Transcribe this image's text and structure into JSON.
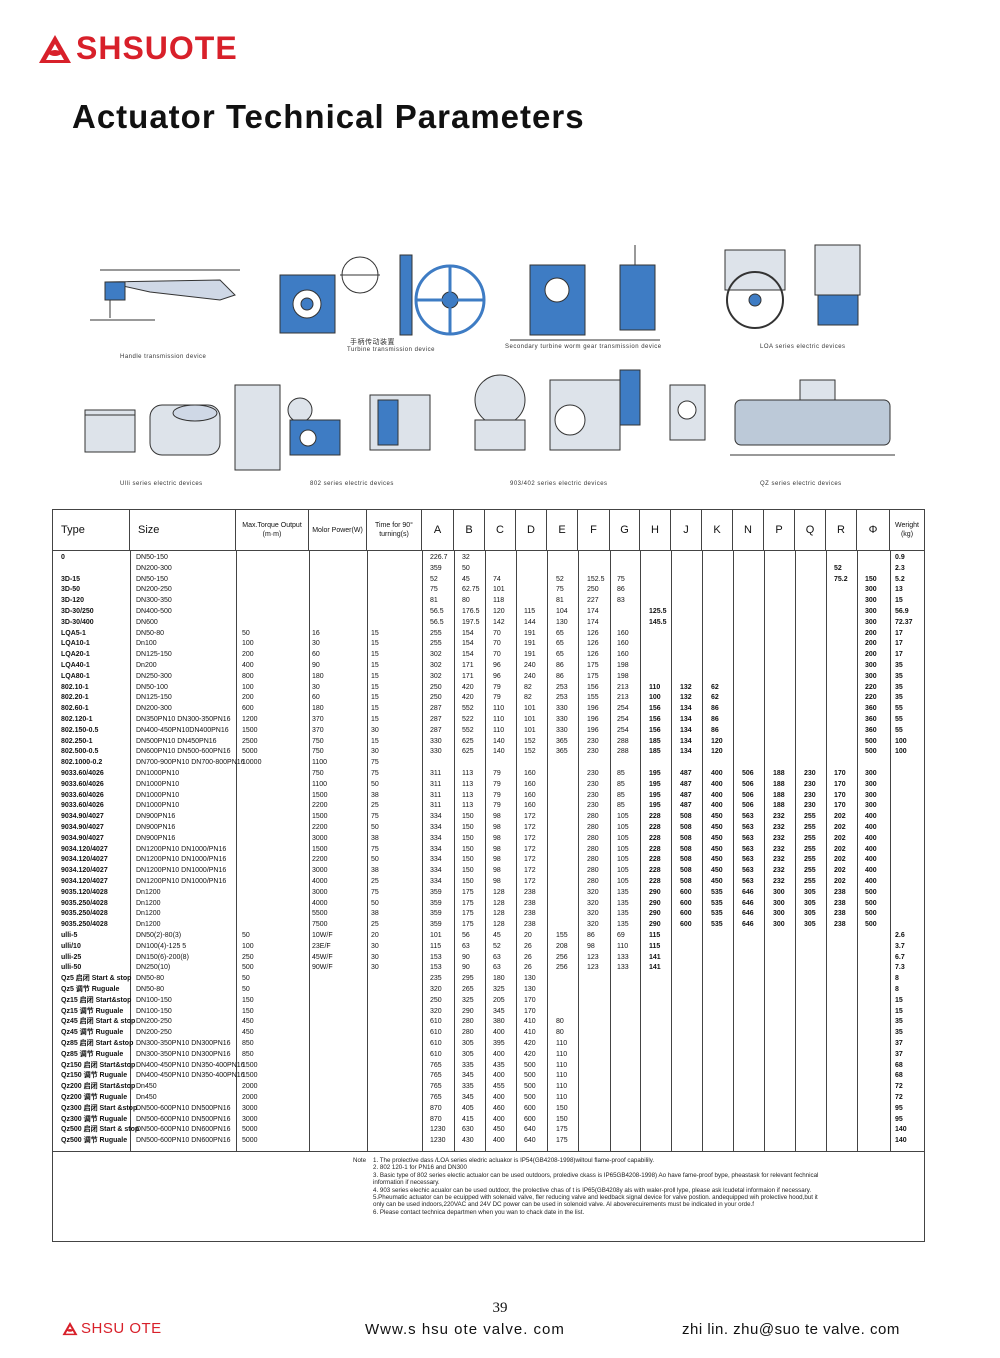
{
  "brand": {
    "name": "SHSUOTE",
    "color": "#d8202a"
  },
  "title": "Actuator Technical Parameters",
  "figures": {
    "captions": [
      "Handle transmission device",
      "手柄传动装置",
      "Turbine transmission device",
      "Secondary turbine worm gear transmission device",
      "LOA series electric devices",
      "Ulli series electric devices",
      "802 series electric devices",
      "903/402 series electric devices",
      "QZ series electric devices"
    ]
  },
  "table": {
    "headers": [
      "Type",
      "Size",
      "Max.Torque Output (m·m)",
      "Molor Power(W)",
      "Time for 90° turning(s)",
      "A",
      "B",
      "C",
      "D",
      "E",
      "F",
      "G",
      "H",
      "J",
      "K",
      "N",
      "P",
      "Q",
      "R",
      "Φ",
      "Weright (kg)"
    ],
    "rows": [
      [
        "0",
        "DN50-150",
        "",
        "",
        "",
        "226.7",
        "32",
        "",
        "",
        "",
        "",
        "",
        "",
        "",
        "",
        "",
        "",
        "",
        "",
        "",
        "0.9"
      ],
      [
        "",
        "DN200-300",
        "",
        "",
        "",
        "359",
        "50",
        "",
        "",
        "",
        "",
        "",
        "",
        "",
        "",
        "",
        "",
        "",
        "52",
        "",
        "2.3"
      ],
      [
        "3D-15",
        "DN50-150",
        "",
        "",
        "",
        "52",
        "45",
        "74",
        "",
        "52",
        "152.5",
        "75",
        "",
        "",
        "",
        "",
        "",
        "",
        "75.2",
        "150",
        "5.2"
      ],
      [
        "3D-50",
        "DN200-250",
        "",
        "",
        "",
        "75",
        "62.75",
        "101",
        "",
        "75",
        "250",
        "86",
        "",
        "",
        "",
        "",
        "",
        "",
        "",
        "300",
        "13"
      ],
      [
        "3D-120",
        "DN300-350",
        "",
        "",
        "",
        "81",
        "80",
        "118",
        "",
        "81",
        "227",
        "83",
        "",
        "",
        "",
        "",
        "",
        "",
        "",
        "300",
        "15"
      ],
      [
        "3D-30/250",
        "DN400-500",
        "",
        "",
        "",
        "56.5",
        "176.5",
        "120",
        "115",
        "104",
        "174",
        "",
        "125.5",
        "",
        "",
        "",
        "",
        "",
        "",
        "300",
        "56.9"
      ],
      [
        "3D-30/400",
        "DN600",
        "",
        "",
        "",
        "56.5",
        "197.5",
        "142",
        "144",
        "130",
        "174",
        "",
        "145.5",
        "",
        "",
        "",
        "",
        "",
        "",
        "300",
        "72.37"
      ],
      [
        "LQA5-1",
        "DN50-80",
        "50",
        "16",
        "15",
        "255",
        "154",
        "70",
        "191",
        "65",
        "126",
        "160",
        "",
        "",
        "",
        "",
        "",
        "",
        "",
        "200",
        "17"
      ],
      [
        "LQA10-1",
        "Dn100",
        "100",
        "30",
        "15",
        "255",
        "154",
        "70",
        "191",
        "65",
        "126",
        "160",
        "",
        "",
        "",
        "",
        "",
        "",
        "",
        "200",
        "17"
      ],
      [
        "LQA20-1",
        "DN125-150",
        "200",
        "60",
        "15",
        "302",
        "154",
        "70",
        "191",
        "65",
        "126",
        "160",
        "",
        "",
        "",
        "",
        "",
        "",
        "",
        "200",
        "17"
      ],
      [
        "LQA40-1",
        "Dn200",
        "400",
        "90",
        "15",
        "302",
        "171",
        "96",
        "240",
        "86",
        "175",
        "198",
        "",
        "",
        "",
        "",
        "",
        "",
        "",
        "300",
        "35"
      ],
      [
        "LQA80-1",
        "DN250-300",
        "800",
        "180",
        "15",
        "302",
        "171",
        "96",
        "240",
        "86",
        "175",
        "198",
        "",
        "",
        "",
        "",
        "",
        "",
        "",
        "300",
        "35"
      ],
      [
        "802.10-1",
        "DN50-100",
        "100",
        "30",
        "15",
        "250",
        "420",
        "79",
        "82",
        "253",
        "156",
        "213",
        "110",
        "132",
        "62",
        "",
        "",
        "",
        "",
        "220",
        "35"
      ],
      [
        "802.20-1",
        "DN125-150",
        "200",
        "60",
        "15",
        "250",
        "420",
        "79",
        "82",
        "253",
        "155",
        "213",
        "100",
        "132",
        "62",
        "",
        "",
        "",
        "",
        "220",
        "35"
      ],
      [
        "802.60-1",
        "DN200-300",
        "600",
        "180",
        "15",
        "287",
        "552",
        "110",
        "101",
        "330",
        "196",
        "254",
        "156",
        "134",
        "86",
        "",
        "",
        "",
        "",
        "360",
        "55"
      ],
      [
        "802.120-1",
        "DN350PN10  DN300-350PN16",
        "1200",
        "370",
        "15",
        "287",
        "522",
        "110",
        "101",
        "330",
        "196",
        "254",
        "156",
        "134",
        "86",
        "",
        "",
        "",
        "",
        "360",
        "55"
      ],
      [
        "802.150-0.5",
        "DN400-450PN10DN400PN16",
        "1500",
        "370",
        "30",
        "287",
        "552",
        "110",
        "101",
        "330",
        "196",
        "254",
        "156",
        "134",
        "86",
        "",
        "",
        "",
        "",
        "360",
        "55"
      ],
      [
        "802.250-1",
        "DN500PN10  DN450PN16",
        "2500",
        "750",
        "15",
        "330",
        "625",
        "140",
        "152",
        "365",
        "230",
        "288",
        "185",
        "134",
        "120",
        "",
        "",
        "",
        "",
        "500",
        "100"
      ],
      [
        "802.500-0.5",
        "DN600PN10  DN500-600PN16",
        "5000",
        "750",
        "30",
        "330",
        "625",
        "140",
        "152",
        "365",
        "230",
        "288",
        "185",
        "134",
        "120",
        "",
        "",
        "",
        "",
        "500",
        "100"
      ],
      [
        "802.1000-0.2",
        "DN700-900PN10 DN700-800PN16",
        "10000",
        "1100",
        "75",
        "",
        "",
        "",
        "",
        "",
        "",
        "",
        "",
        "",
        "",
        "",
        "",
        "",
        "",
        "",
        ""
      ],
      [
        "9033.60/4026",
        "DN1000PN10",
        "",
        "750",
        "75",
        "311",
        "113",
        "79",
        "160",
        "",
        "230",
        "85",
        "195",
        "487",
        "400",
        "506",
        "188",
        "230",
        "170",
        "300",
        ""
      ],
      [
        "9033.60/4026",
        "DN1000PN10",
        "",
        "1100",
        "50",
        "311",
        "113",
        "79",
        "160",
        "",
        "230",
        "85",
        "195",
        "487",
        "400",
        "506",
        "188",
        "230",
        "170",
        "300",
        ""
      ],
      [
        "9033.60/4026",
        "DN1000PN10",
        "",
        "1500",
        "38",
        "311",
        "113",
        "79",
        "160",
        "",
        "230",
        "85",
        "195",
        "487",
        "400",
        "506",
        "188",
        "230",
        "170",
        "300",
        ""
      ],
      [
        "9033.60/4026",
        "DN1000PN10",
        "",
        "2200",
        "25",
        "311",
        "113",
        "79",
        "160",
        "",
        "230",
        "85",
        "195",
        "487",
        "400",
        "506",
        "188",
        "230",
        "170",
        "300",
        ""
      ],
      [
        "9034.90/4027",
        "DN900PN16",
        "",
        "1500",
        "75",
        "334",
        "150",
        "98",
        "172",
        "",
        "280",
        "105",
        "228",
        "508",
        "450",
        "563",
        "232",
        "255",
        "202",
        "400",
        ""
      ],
      [
        "9034.90/4027",
        "DN900PN16",
        "",
        "2200",
        "50",
        "334",
        "150",
        "98",
        "172",
        "",
        "280",
        "105",
        "228",
        "508",
        "450",
        "563",
        "232",
        "255",
        "202",
        "400",
        ""
      ],
      [
        "9034.90/4027",
        "DN900PN16",
        "",
        "3000",
        "38",
        "334",
        "150",
        "98",
        "172",
        "",
        "280",
        "105",
        "228",
        "508",
        "450",
        "563",
        "232",
        "255",
        "202",
        "400",
        ""
      ],
      [
        "9034.120/4027",
        "DN1200PN10  DN1000/PN16",
        "",
        "1500",
        "75",
        "334",
        "150",
        "98",
        "172",
        "",
        "280",
        "105",
        "228",
        "508",
        "450",
        "563",
        "232",
        "255",
        "202",
        "400",
        ""
      ],
      [
        "9034.120/4027",
        "DN1200PN10  DN1000/PN16",
        "",
        "2200",
        "50",
        "334",
        "150",
        "98",
        "172",
        "",
        "280",
        "105",
        "228",
        "508",
        "450",
        "563",
        "232",
        "255",
        "202",
        "400",
        ""
      ],
      [
        "9034.120/4027",
        "DN1200PN10  DN1000/PN16",
        "",
        "3000",
        "38",
        "334",
        "150",
        "98",
        "172",
        "",
        "280",
        "105",
        "228",
        "508",
        "450",
        "563",
        "232",
        "255",
        "202",
        "400",
        ""
      ],
      [
        "9034.120/4027",
        "DN1200PN10  DN1000/PN16",
        "",
        "4000",
        "25",
        "334",
        "150",
        "98",
        "172",
        "",
        "280",
        "105",
        "228",
        "508",
        "450",
        "563",
        "232",
        "255",
        "202",
        "400",
        ""
      ],
      [
        "9035.120/4028",
        "Dn1200",
        "",
        "3000",
        "75",
        "359",
        "175",
        "128",
        "238",
        "",
        "320",
        "135",
        "290",
        "600",
        "535",
        "646",
        "300",
        "305",
        "238",
        "500",
        ""
      ],
      [
        "9035.250/4028",
        "Dn1200",
        "",
        "4000",
        "50",
        "359",
        "175",
        "128",
        "238",
        "",
        "320",
        "135",
        "290",
        "600",
        "535",
        "646",
        "300",
        "305",
        "238",
        "500",
        ""
      ],
      [
        "9035.250/4028",
        "Dn1200",
        "",
        "5500",
        "38",
        "359",
        "175",
        "128",
        "238",
        "",
        "320",
        "135",
        "290",
        "600",
        "535",
        "646",
        "300",
        "305",
        "238",
        "500",
        ""
      ],
      [
        "9035.250/4028",
        "Dn1200",
        "",
        "7500",
        "25",
        "359",
        "175",
        "128",
        "238",
        "",
        "320",
        "135",
        "290",
        "600",
        "535",
        "646",
        "300",
        "305",
        "238",
        "500",
        ""
      ],
      [
        "ulli-5",
        "DN50(2)-80(3)",
        "50",
        "10W/F",
        "20",
        "101",
        "56",
        "45",
        "20",
        "155",
        "86",
        "69",
        "115",
        "",
        "",
        "",
        "",
        "",
        "",
        "",
        "2.6"
      ],
      [
        "ulli/10",
        "DN100(4)-125  5",
        "100",
        "23E/F",
        "30",
        "115",
        "63",
        "52",
        "26",
        "208",
        "98",
        "110",
        "115",
        "",
        "",
        "",
        "",
        "",
        "",
        "",
        "3.7"
      ],
      [
        "ulli-25",
        "DN150(6)-200(8)",
        "250",
        "45W/F",
        "30",
        "153",
        "90",
        "63",
        "26",
        "256",
        "123",
        "133",
        "141",
        "",
        "",
        "",
        "",
        "",
        "",
        "",
        "6.7"
      ],
      [
        "ulli-50",
        "DN250(10)",
        "500",
        "90W/F",
        "30",
        "153",
        "90",
        "63",
        "26",
        "256",
        "123",
        "133",
        "141",
        "",
        "",
        "",
        "",
        "",
        "",
        "",
        "7.3"
      ],
      [
        "Qz5  启闭 Start & stop",
        "DN50-80",
        "50",
        "",
        "",
        "235",
        "295",
        "180",
        "130",
        "",
        "",
        "",
        "",
        "",
        "",
        "",
        "",
        "",
        "",
        "",
        "8"
      ],
      [
        "Qz5  调节 Ruguale",
        "DN50-80",
        "50",
        "",
        "",
        "320",
        "265",
        "325",
        "130",
        "",
        "",
        "",
        "",
        "",
        "",
        "",
        "",
        "",
        "",
        "",
        "8"
      ],
      [
        "Qz15 启闭 Start&stop",
        "DN100-150",
        "150",
        "",
        "",
        "250",
        "325",
        "205",
        "170",
        "",
        "",
        "",
        "",
        "",
        "",
        "",
        "",
        "",
        "",
        "",
        "15"
      ],
      [
        "Qz15 调节 Ruguale",
        "DN100-150",
        "150",
        "",
        "",
        "320",
        "290",
        "345",
        "170",
        "",
        "",
        "",
        "",
        "",
        "",
        "",
        "",
        "",
        "",
        "",
        "15"
      ],
      [
        "Qz45 启闭 Start & stop",
        "DN200-250",
        "450",
        "",
        "",
        "610",
        "280",
        "380",
        "410",
        "80",
        "",
        "",
        "",
        "",
        "",
        "",
        "",
        "",
        "",
        "",
        "35"
      ],
      [
        "Qz45 调节 Ruguale",
        "DN200-250",
        "450",
        "",
        "",
        "610",
        "280",
        "400",
        "410",
        "80",
        "",
        "",
        "",
        "",
        "",
        "",
        "",
        "",
        "",
        "",
        "35"
      ],
      [
        "Qz85 启闭 Start &stop",
        "DN300-350PN10 DN300PN16",
        "850",
        "",
        "",
        "610",
        "305",
        "395",
        "420",
        "110",
        "",
        "",
        "",
        "",
        "",
        "",
        "",
        "",
        "",
        "",
        "37"
      ],
      [
        "Qz85 调节 Ruguale",
        "DN300-350PN10 DN300PN16",
        "850",
        "",
        "",
        "610",
        "305",
        "400",
        "420",
        "110",
        "",
        "",
        "",
        "",
        "",
        "",
        "",
        "",
        "",
        "",
        "37"
      ],
      [
        "Qz150 启闭 Start&stop",
        "DN400-450PN10 DN350-400PN16",
        "1500",
        "",
        "",
        "765",
        "335",
        "435",
        "500",
        "110",
        "",
        "",
        "",
        "",
        "",
        "",
        "",
        "",
        "",
        "",
        "68"
      ],
      [
        "Qz150 调节 Ruguale",
        "DN400-450PN10 DN350-400PN16",
        "1500",
        "",
        "",
        "765",
        "345",
        "400",
        "500",
        "110",
        "",
        "",
        "",
        "",
        "",
        "",
        "",
        "",
        "",
        "",
        "68"
      ],
      [
        "Qz200 启闭 Start&stop",
        "Dn450",
        "2000",
        "",
        "",
        "765",
        "335",
        "455",
        "500",
        "110",
        "",
        "",
        "",
        "",
        "",
        "",
        "",
        "",
        "",
        "",
        "72"
      ],
      [
        "Qz200 调节 Ruguale",
        "Dn450",
        "2000",
        "",
        "",
        "765",
        "345",
        "400",
        "500",
        "110",
        "",
        "",
        "",
        "",
        "",
        "",
        "",
        "",
        "",
        "",
        "72"
      ],
      [
        "Qz300 启闭 Start &stop",
        "DN500-600PN10 DN500PN16",
        "3000",
        "",
        "",
        "870",
        "405",
        "460",
        "600",
        "150",
        "",
        "",
        "",
        "",
        "",
        "",
        "",
        "",
        "",
        "",
        "95"
      ],
      [
        "Qz300 调节 Ruguale",
        "DN500-600PN10 DN500PN16",
        "3000",
        "",
        "",
        "870",
        "415",
        "400",
        "600",
        "150",
        "",
        "",
        "",
        "",
        "",
        "",
        "",
        "",
        "",
        "",
        "95"
      ],
      [
        "Qz500 启闭 Start & stop",
        "DN500-600PN10 DN600PN16",
        "5000",
        "",
        "",
        "1230",
        "630",
        "450",
        "640",
        "175",
        "",
        "",
        "",
        "",
        "",
        "",
        "",
        "",
        "",
        "",
        "140"
      ],
      [
        "Qz500 调节 Ruguale",
        "DN500-600PN10 DN600PN16",
        "5000",
        "",
        "",
        "1230",
        "430",
        "400",
        "640",
        "175",
        "",
        "",
        "",
        "",
        "",
        "",
        "",
        "",
        "",
        "",
        "140"
      ]
    ]
  },
  "notes": {
    "label": "Note",
    "items": [
      "1. The prolective dass /LOA series eledric acluakor is IP54(GB4208-1998)wiltoul flame-proof capabilily.",
      "2. 802 120-1  for PN16 and DN300",
      "3. Basic type of 802 series electic actualor can be used outdoors, proledive ckass is IP65GB4208-1998) Ao have fame-proof bype, pheastask for relevant fechnical information if necessary.",
      "4. 903 series elechic acualor can be used outdocr, the prolective chas of t is IP65(GB4208y als with waler-proll lype, please ask lcudetal informaion if necessary.",
      "5.Pheumatic actuator can be ecuipped with solenaid valve, fler reducing valve and leedback signal device for valve postion. andequipped wih prolective hood,but it only can be used indoors,220VAC and 24V DC power can be used in solenoid valve. Al aboverecuirements must be indicated in your orde.f",
      "6. Please contact technica departmen when you wan to chack date in the list."
    ]
  },
  "page_number": "39",
  "footer": {
    "brand": "SHSU OTE",
    "website": "Www.s hsu ote valve. com",
    "email": "zhi lin. zhu@suo te valve. com"
  }
}
